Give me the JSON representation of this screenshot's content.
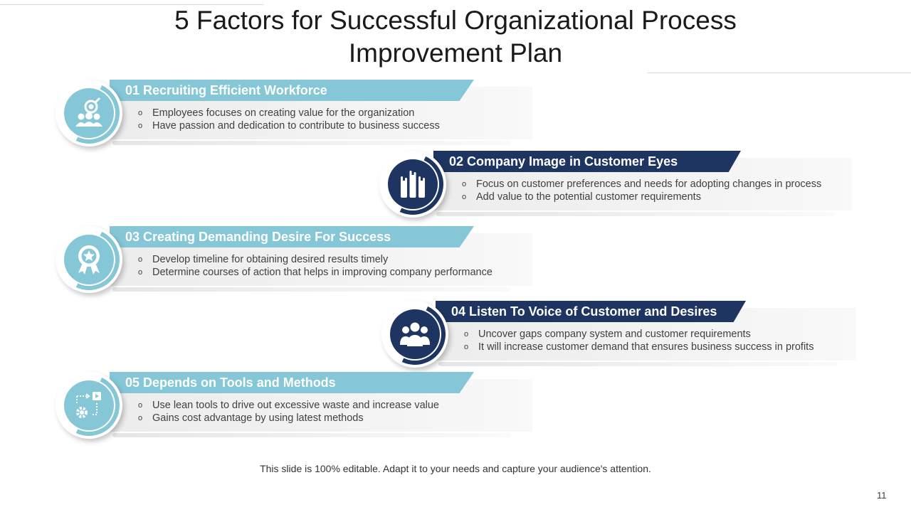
{
  "slide": {
    "title_line1": "5 Factors for Successful Organizational Process",
    "title_line2": "Improvement Plan",
    "footer": "This slide is 100% editable. Adapt it to your needs and capture your audience's attention.",
    "page_number": "11"
  },
  "colors": {
    "light_accent": "#85c7d6",
    "dark_accent": "#1e3461"
  },
  "factors": [
    {
      "heading": "01 Recruiting Efficient Workforce",
      "icon": "recruit-search-people-icon",
      "theme": "light",
      "points": [
        "Employees focuses on creating value for the organization",
        "Have passion and dedication to contribute to business success"
      ]
    },
    {
      "heading": "02 Company Image in Customer Eyes",
      "icon": "raised-hands-icon",
      "theme": "dark",
      "points": [
        "Focus on customer preferences and needs for adopting changes in process",
        "Add value to the potential customer requirements"
      ]
    },
    {
      "heading": "03 Creating Demanding Desire For Success",
      "icon": "award-ribbon-icon",
      "theme": "light",
      "points": [
        "Develop timeline for obtaining desired results timely",
        "Determine courses of action that helps in improving company performance"
      ]
    },
    {
      "heading": "04 Listen To Voice of Customer and Desires",
      "icon": "customer-group-icon",
      "theme": "dark",
      "points": [
        "Uncover gaps company system and customer requirements",
        "It will increase customer demand that ensures business success in profits"
      ]
    },
    {
      "heading": "05 Depends on Tools and Methods",
      "icon": "tools-methods-icon",
      "theme": "light",
      "points": [
        "Use lean tools to drive out excessive waste and increase value",
        "Gains cost advantage by using latest methods"
      ]
    }
  ]
}
